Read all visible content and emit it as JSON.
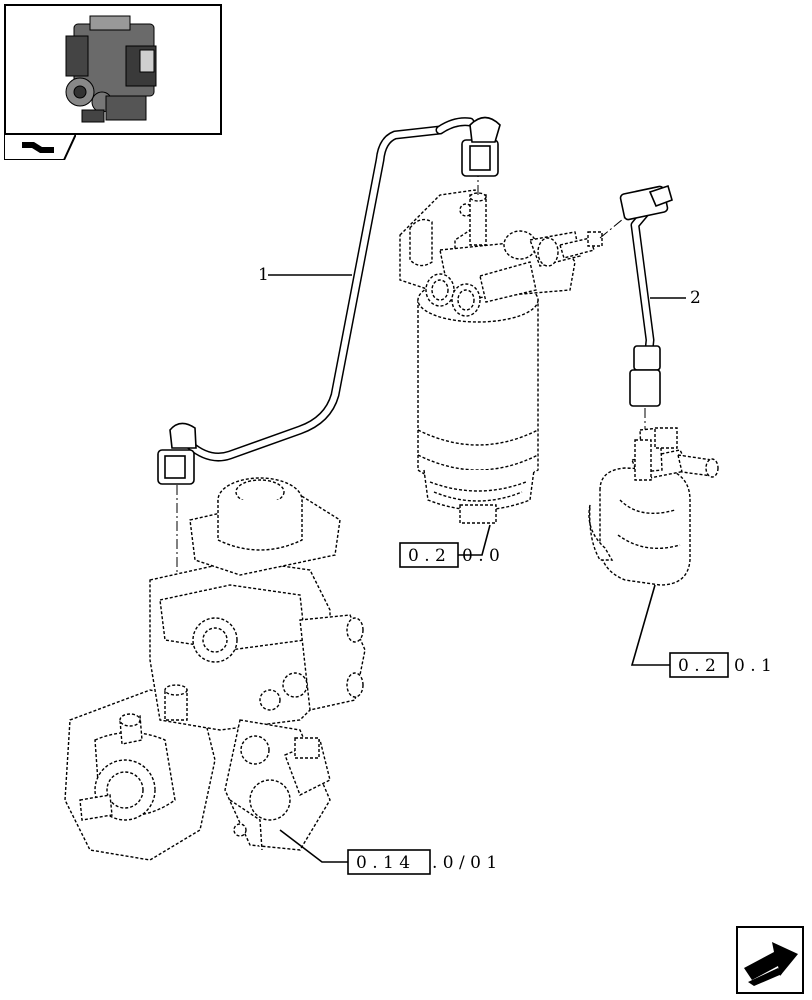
{
  "callouts": [
    {
      "number": "1"
    },
    {
      "number": "2"
    }
  ],
  "references": {
    "fuel_filter": {
      "boxed": "0 . 2",
      "rest": "0 . 0"
    },
    "fuel_pump": {
      "boxed": "0 . 2",
      "rest": "0 . 1"
    },
    "injection_pump": {
      "boxed": "0 . 1 4",
      "rest": ". 0 / 0 1"
    }
  },
  "icons": {
    "thumbnail": "engine-thumbnail-icon",
    "tab": "section-tab-icon",
    "nav": "next-page-arrow-icon"
  },
  "colors": {
    "line": "#000000",
    "background": "#ffffff"
  }
}
